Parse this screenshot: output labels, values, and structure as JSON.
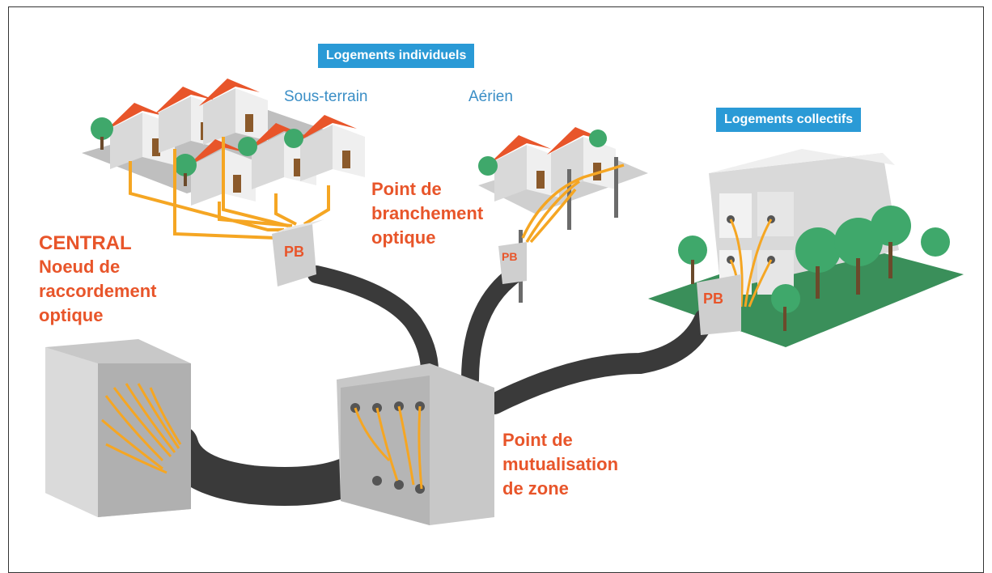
{
  "labels": {
    "individual": "Logements individuels",
    "collective": "Logements collectifs",
    "underground": "Sous-terrain",
    "aerial": "Aérien",
    "pbo": "Point de\nbranchement\noptique",
    "central_title": "CENTRAL",
    "nro": "Noeud de\nraccordement\noptique",
    "pmz": "Point de\nmutualisation\nde zone",
    "pb": "PB"
  },
  "colors": {
    "fiber": "#f5a623",
    "cable": "#3a3a3a",
    "accent_orange": "#e8552a",
    "label_blue": "#2a9ad6",
    "roof": "#e8552a",
    "tree": "#3fa86b",
    "ground": "#3a8f5a"
  }
}
